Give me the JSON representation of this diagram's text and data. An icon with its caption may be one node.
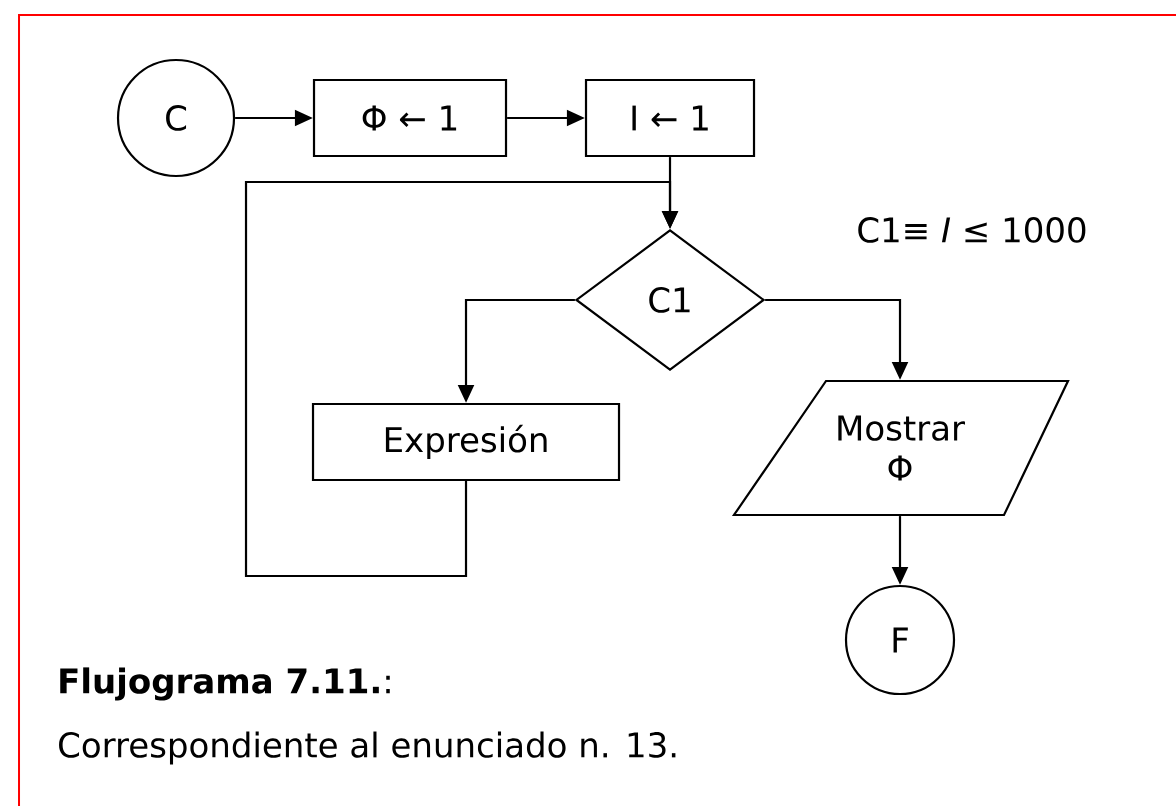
{
  "diagram": {
    "title": "**Flujograma 7.11.**:",
    "caption": "Correspondiente al enunciado n. 13.",
    "nodes": [
      {
        "text": [
          "C"
        ]
      },
      {
        "text": [
          "Φ ← 1"
        ]
      },
      {
        "text": [
          "I ← 1"
        ]
      },
      {
        "text": [
          "C1"
        ]
      },
      {
        "text": [
          "Expresión"
        ]
      },
      {
        "text": [
          "Mostrar Φ"
        ]
      },
      {
        "text": [
          "F"
        ]
      }
    ],
    "edges": [
      {
        "from": 0,
        "to": 1,
        "arrow": "to"
      },
      {
        "from": 1,
        "to": 2,
        "arrow": "to"
      },
      {
        "from": 2,
        "to": 3,
        "arrow": "to"
      },
      {
        "from": 3,
        "to": 4,
        "arrow": "to"
      },
      {
        "from": 3,
        "to": 5,
        "arrow": "to"
      },
      {
        "from": 4,
        "to": 3,
        "arrow": "to"
      },
      {
        "from": 5,
        "to": 6,
        "arrow": "to"
      }
    ],
    "labels": [
      "C1≡ *I* ≤ 1000"
    ]
  }
}
